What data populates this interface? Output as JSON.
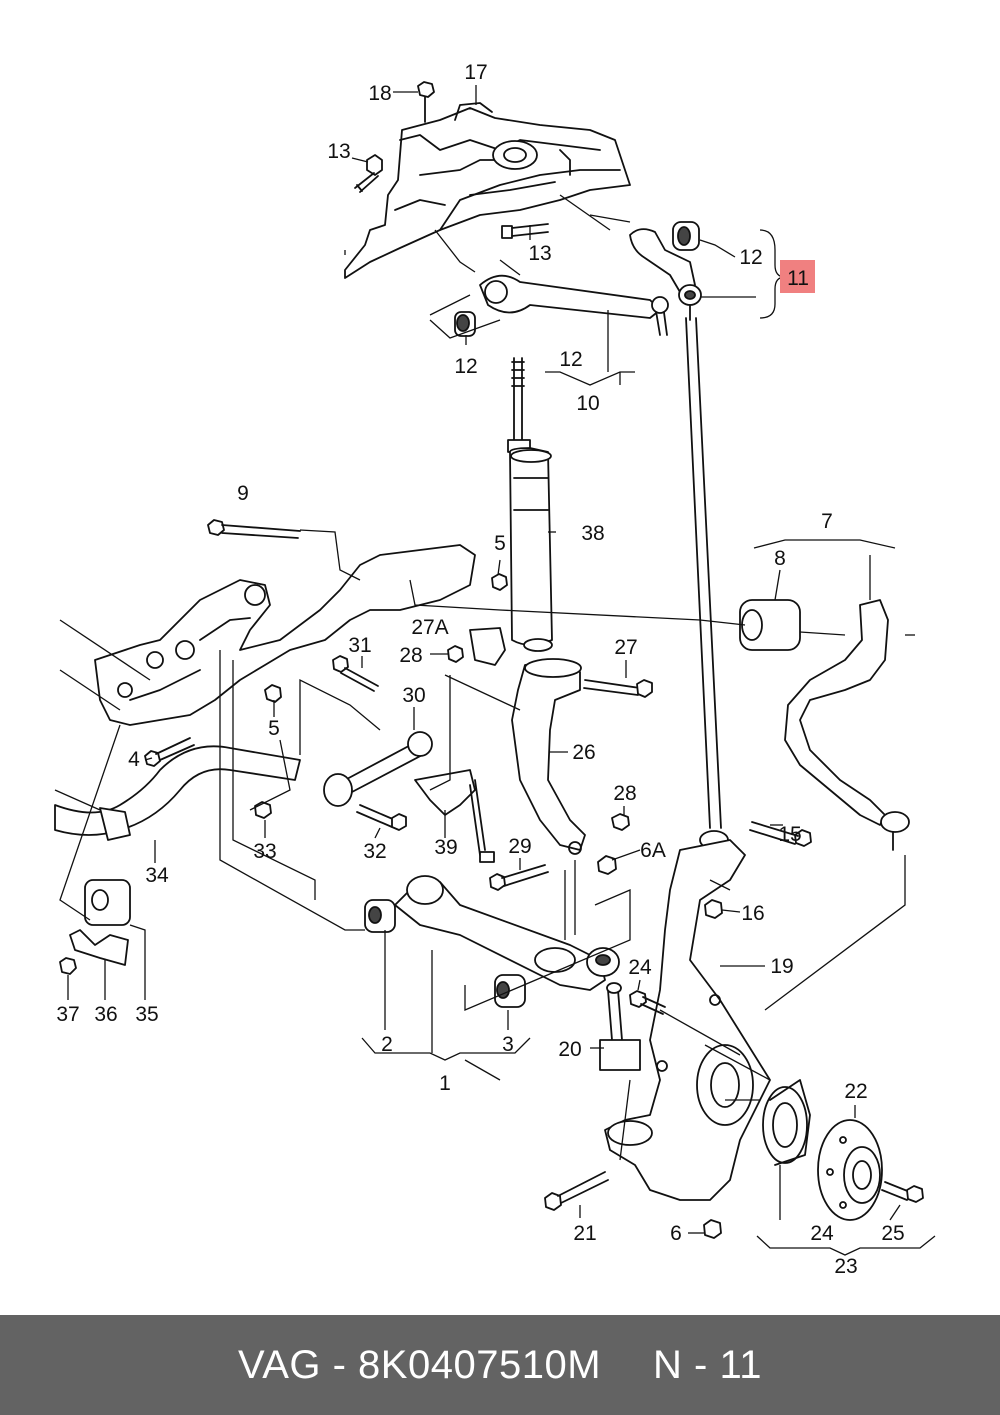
{
  "callouts": {
    "c17": "17",
    "c18": "18",
    "c13a": "13",
    "c13b": "13",
    "c12a": "12",
    "c11": "11",
    "c12b": "12",
    "c12c": "12",
    "c10": "10",
    "c9": "9",
    "c38": "38",
    "c5a": "5",
    "c27A": "27A",
    "c28a": "28",
    "c27": "27",
    "c31": "31",
    "c7": "7",
    "c8": "8",
    "c30": "30",
    "c5b": "5",
    "c4": "4",
    "c26": "26",
    "c15": "15",
    "c33": "33",
    "c32": "32",
    "c28b": "28",
    "c39": "39",
    "c29": "29",
    "c6A": "6A",
    "c34": "34",
    "c16": "16",
    "c19": "19",
    "c24a": "24",
    "c37": "37",
    "c36": "36",
    "c35": "35",
    "c2": "2",
    "c3": "3",
    "c1": "1",
    "c20": "20",
    "c22": "22",
    "c21": "21",
    "c6b": "6",
    "c24b": "24",
    "c25": "25",
    "c23": "23"
  },
  "highlight": {
    "color": "#f08080"
  },
  "footer": {
    "brand": "VAG - 8K0407510M",
    "ref": "N - 11"
  }
}
